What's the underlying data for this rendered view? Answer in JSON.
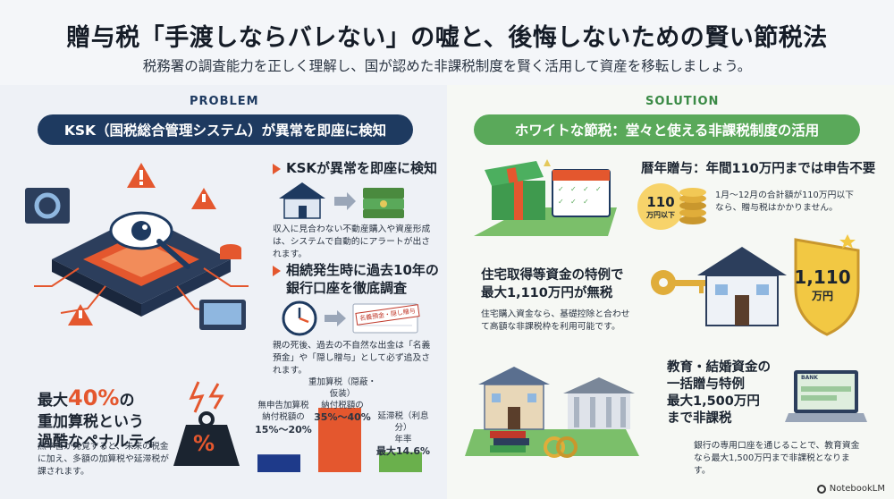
{
  "title": "贈与税「手渡しならバレない」の嘘と、後悔しないための賢い節税法",
  "subtitle": "税務署の調査能力を正しく理解し、国が認めた非課税制度を賢く活用して資産を移転しましょう。",
  "problem": {
    "label": "PROBLEM",
    "banner": "KSK（国税総合管理システム）が異常を即座に検知",
    "item1": {
      "heading": "KSKが異常を即座に検知",
      "desc": "収入に見合わない不動産購入や資産形成は、システムで自動的にアラートが出されます。"
    },
    "item2": {
      "heading_line1": "相続発生時に過去10年の",
      "heading_line2": "銀行口座を徹底調査",
      "stamp": "名義預金・隠し贈与",
      "desc": "親の死後、過去の不自然な出金は「名義預金」や「隠し贈与」として必ず追及されます。"
    },
    "penalty": {
      "prefix": "最大",
      "big": "40%",
      "suffix": "の",
      "line2": "重加算税という",
      "line3": "過酷なペナルティ",
      "desc": "無申告が発覚すると、未来の税金に加え、多額の加算税や延滞税が課されます。",
      "weight_symbol": "%"
    },
    "chart_data": {
      "type": "bar",
      "title": "",
      "categories": [
        "無申告加算税",
        "重加算税（隠蔽・仮装）",
        "延滞税（利息分）"
      ],
      "label_lines": [
        [
          "無申告加算税",
          "納付税額の",
          "15%〜20%"
        ],
        [
          "重加算税（隠蔽・仮装）",
          "納付税額の",
          "35%〜40%"
        ],
        [
          "延滞税（利息分）",
          "年率",
          "最大14.6%"
        ]
      ],
      "ranges": [
        [
          15,
          20
        ],
        [
          35,
          40
        ],
        [
          0,
          14.6
        ]
      ],
      "unit": "%",
      "colors": [
        "#1e3a8a",
        "#e4572e",
        "#6ab04c"
      ],
      "ylim": [
        0,
        40
      ]
    }
  },
  "solution": {
    "label": "SOLUTION",
    "banner": "ホワイトな節税：堂々と使える非課税制度の活用",
    "item1": {
      "heading": "暦年贈与：年間110万円までは申告不要",
      "badge_num": "110",
      "badge_unit": "万円以下",
      "desc": "1月〜12月の合計額が110万円以下なら、贈与税はかかりません。"
    },
    "item2": {
      "heading_line1": "住宅取得等資金の特例で",
      "heading_line2": "最大1,110万円が無税",
      "shield_num": "1,110",
      "shield_unit": "万円",
      "desc": "住宅購入資金なら、基礎控除と合わせて高額な非課税枠を利用可能です。"
    },
    "item3": {
      "heading_line1": "教育・結婚資金の",
      "heading_line2": "一括贈与特例",
      "heading_line3": "最大1,500万円",
      "heading_line4": "まで非課税",
      "laptop_label": "BANK",
      "desc": "銀行の専用口座を通じることで、教育資金なら最大1,500万円まで非課税となります。"
    }
  },
  "watermark": "NotebookLM",
  "icons": [
    "house-icon",
    "money-icon",
    "clock-icon",
    "document-icon",
    "warning-icon",
    "eye-icon",
    "gift-icon",
    "calendar-icon",
    "coin-icon",
    "key-icon",
    "shield-icon",
    "school-icon",
    "bank-icon",
    "ring-icon",
    "laptop-icon",
    "weight-icon"
  ]
}
